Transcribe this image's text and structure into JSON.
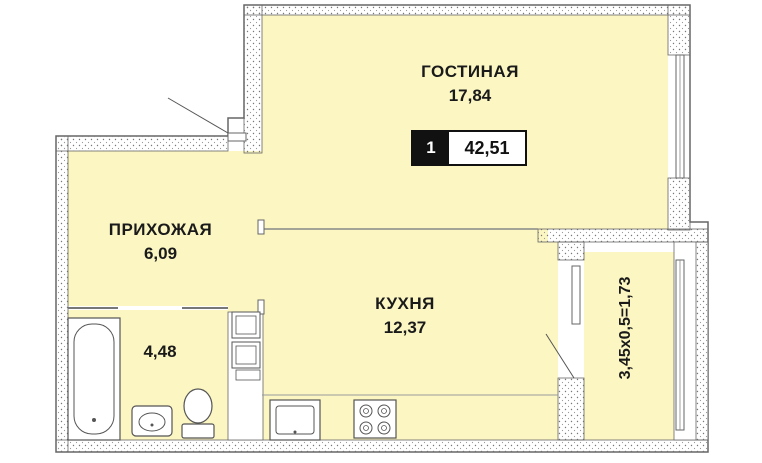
{
  "rooms": {
    "living": {
      "name": "ГОСТИНАЯ",
      "area": "17,84"
    },
    "hall": {
      "name": "ПРИХОЖАЯ",
      "area": "6,09"
    },
    "bath": {
      "area": "4,48"
    },
    "kitchen": {
      "name": "КУХНЯ",
      "area": "12,37"
    },
    "balcony": {
      "label": "3,45x0,5=1,73"
    }
  },
  "summary": {
    "rooms_count": "1",
    "total_area": "42,51"
  },
  "colors": {
    "floor": "#fbf6c2",
    "wall": "#ffffff",
    "wall_stroke": "#555555",
    "hatch": "#888888",
    "badge_dark": "#111111"
  }
}
